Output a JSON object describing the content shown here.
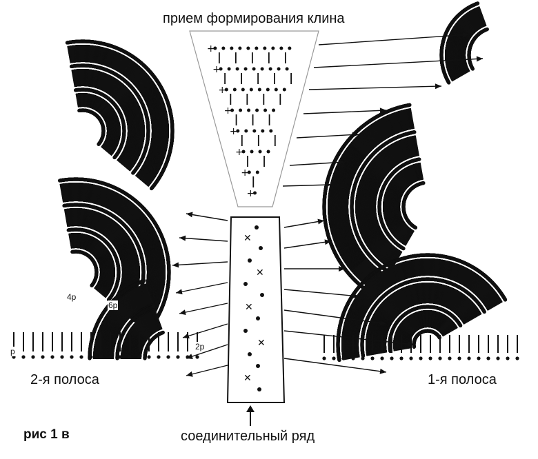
{
  "title": "прием формирования клина",
  "strip_left_label": "2-я полоса",
  "strip_right_label": "1-я полоса",
  "figure_label": "рис 1 в",
  "joining_row_label": "соединительный ряд",
  "row_marks": [
    "4р",
    "6р",
    "2р",
    "р"
  ]
}
